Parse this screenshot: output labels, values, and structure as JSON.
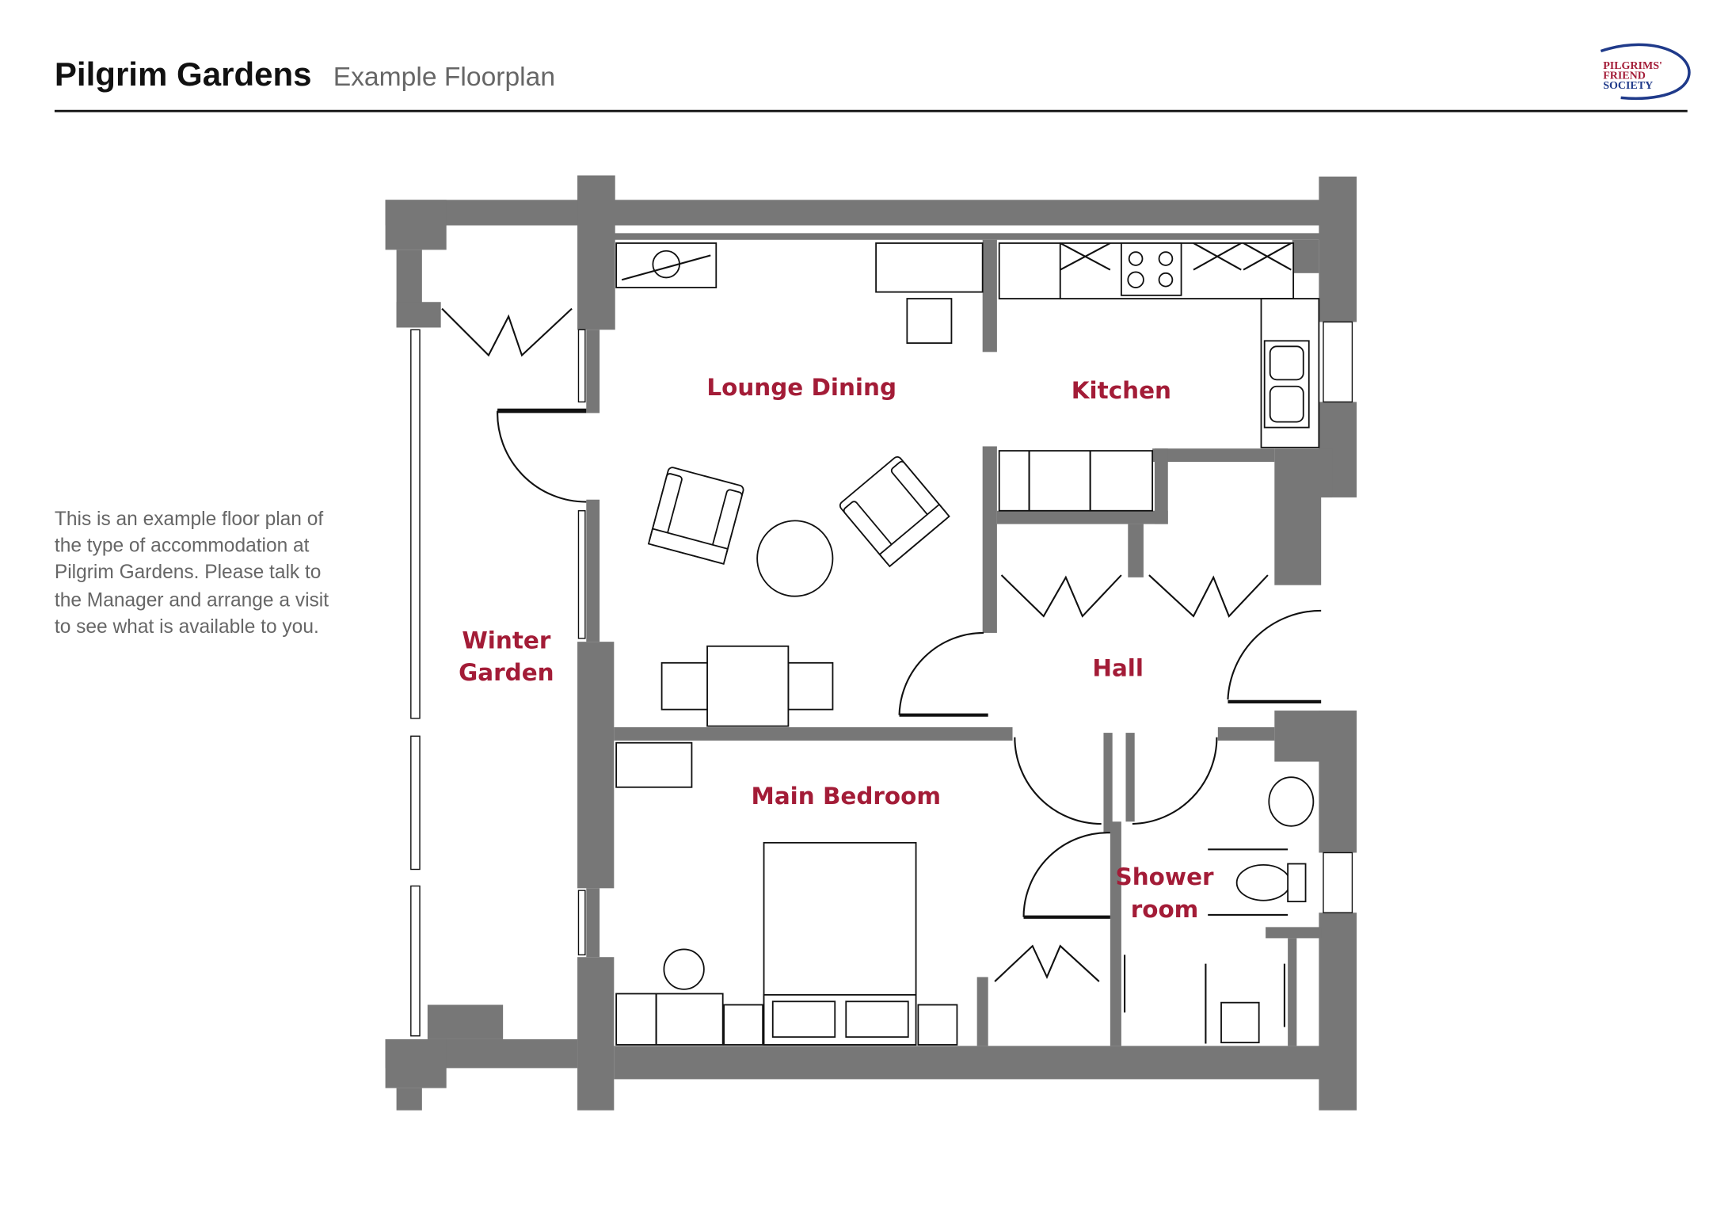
{
  "header": {
    "title": "Pilgrim Gardens",
    "subtitle": "Example Floorplan"
  },
  "logo": {
    "line1": "PILGRIMS'",
    "line2": "FRIEND",
    "line3": "SOCIETY",
    "red": "#a31c37",
    "blue": "#1f3a8a"
  },
  "description": [
    "This is an example floor plan of",
    "the type of accommodation at",
    "Pilgrim Gardens. Please talk to",
    "the Manager and arrange a visit",
    "to see what is available to you."
  ],
  "rooms": {
    "lounge": "Lounge Dining",
    "kitchen": "Kitchen",
    "winter_1": "Winter",
    "winter_2": "Garden",
    "hall": "Hall",
    "bedroom": "Main Bedroom",
    "shower_1": "Shower",
    "shower_2": "room"
  },
  "colors": {
    "label": "#a31c37",
    "wall": "#777777"
  }
}
